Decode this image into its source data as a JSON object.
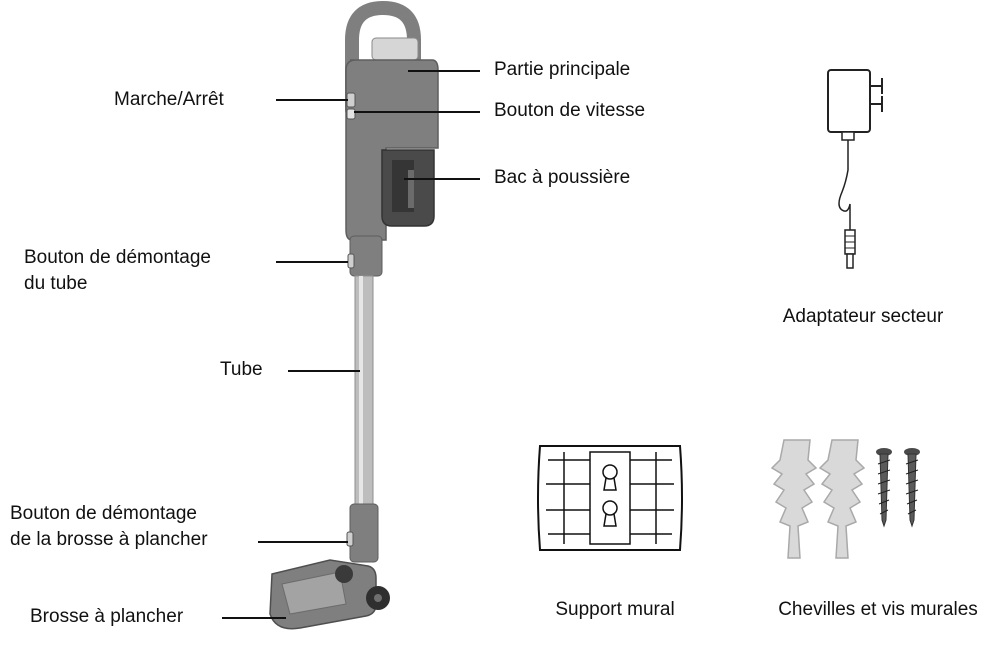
{
  "callouts": {
    "main_body": "Partie principale",
    "power": "Marche/Arrêt",
    "speed_button": "Bouton de vitesse",
    "dust_bin": "Bac à poussière",
    "tube_release_line1": "Bouton de démontage",
    "tube_release_line2": "du tube",
    "tube": "Tube",
    "brush_release_line1": "Bouton de démontage",
    "brush_release_line2": "de la brosse à plancher",
    "floor_brush": "Brosse à plancher"
  },
  "accessories": {
    "adapter": "Adaptateur secteur",
    "wall_mount": "Support mural",
    "anchors_screws": "Chevilles et vis murales"
  },
  "colors": {
    "body": "#7f7f7f",
    "body_dark": "#5e5e5e",
    "tube": "#bdbdbd",
    "plastic": "#d9d9d9",
    "line": "#111111"
  }
}
